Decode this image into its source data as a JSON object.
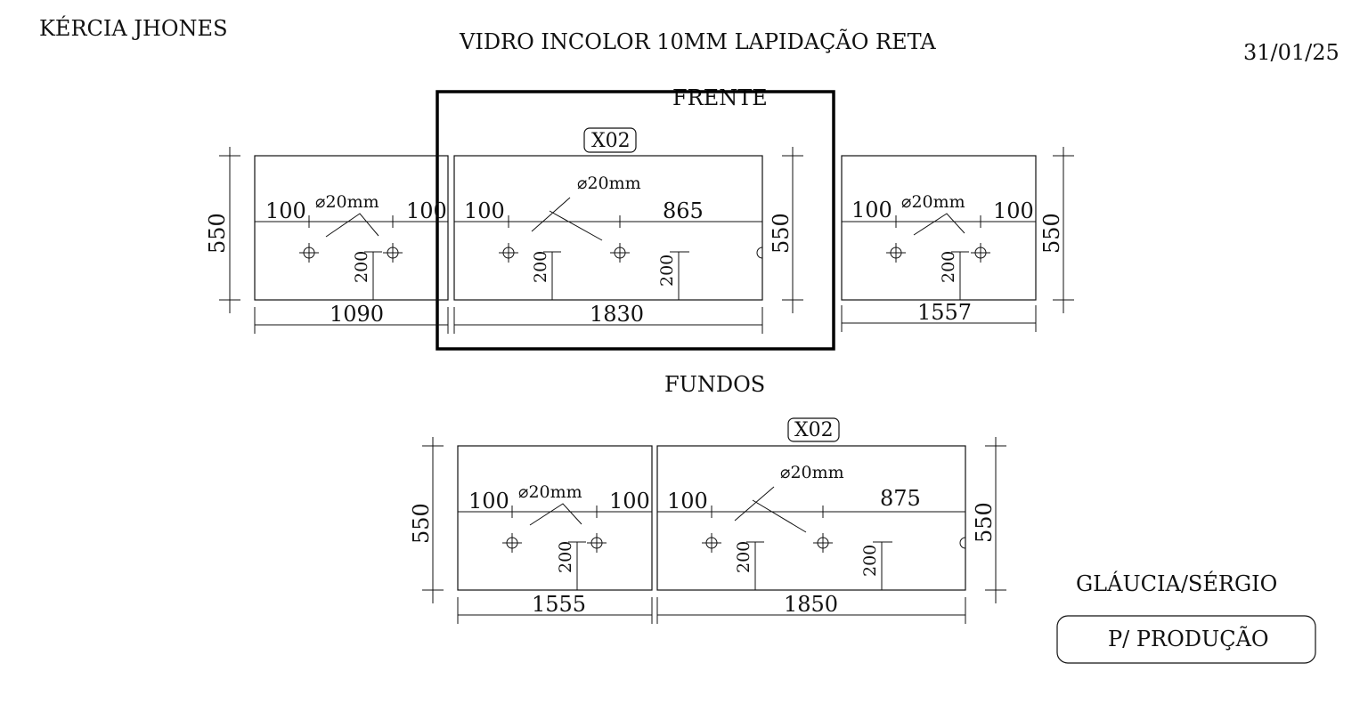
{
  "header": {
    "client": "KÉRCIA JHONES",
    "title": "VIDRO INCOLOR 10MM LAPIDAÇÃO RETA",
    "date": "31/01/25"
  },
  "sections": {
    "front": "FRENTE",
    "back": "FUNDOS"
  },
  "footer": {
    "names": "GLÁUCIA/SÉRGIO",
    "stamp": "P/ PRODUÇÃO"
  },
  "panels": {
    "front_left": {
      "width": "1090",
      "height": "550",
      "left_offset": "100",
      "right_offset": "100",
      "hole": "20mm",
      "hole_depth": "200"
    },
    "front_center": {
      "tag": "X02",
      "width": "1830",
      "height": "550",
      "left_offset": "100",
      "right_offset": "865",
      "hole": "20mm",
      "hole_depth_a": "200",
      "hole_depth_b": "200"
    },
    "front_right": {
      "width": "1557",
      "height": "550",
      "left_offset": "100",
      "right_offset": "100",
      "hole": "20mm",
      "hole_depth": "200"
    },
    "back_left": {
      "width": "1555",
      "height": "550",
      "left_offset": "100",
      "right_offset": "100",
      "hole": "20mm",
      "hole_depth": "200"
    },
    "back_right": {
      "tag": "X02",
      "width": "1850",
      "height": "550",
      "left_offset": "100",
      "right_offset": "875",
      "hole": "20mm",
      "hole_depth_a": "200",
      "hole_depth_b": "200"
    }
  }
}
